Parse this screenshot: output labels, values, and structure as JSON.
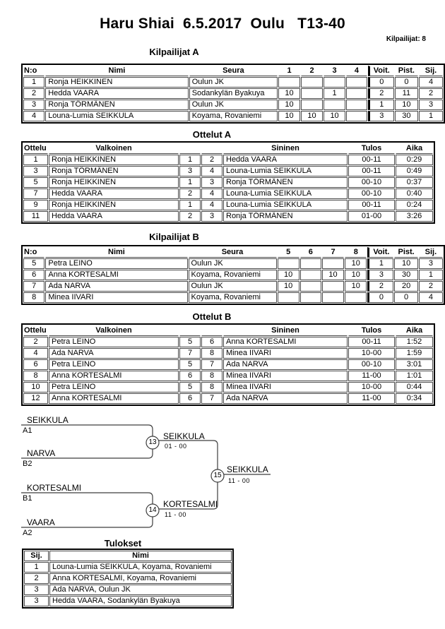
{
  "header": {
    "title": "Haru Shiai  6.5.2017  Oulu   T13-40",
    "competitor_count_label": "Kilpailijat: 8"
  },
  "pool_a": {
    "heading": "Kilpailijat A",
    "head": [
      "N:o",
      "Nimi",
      "Seura",
      "1",
      "2",
      "3",
      "4",
      "Voit.",
      "Pist.",
      "Sij."
    ],
    "rows": [
      [
        "1",
        "Ronja HEIKKINEN",
        "Oulun JK",
        "",
        "",
        "",
        "",
        "0",
        "0",
        "4"
      ],
      [
        "2",
        "Hedda VAARA",
        "Sodankylän Byakuya",
        "10",
        "",
        "1",
        "",
        "2",
        "11",
        "2"
      ],
      [
        "3",
        "Ronja TÖRMÄNEN",
        "Oulun JK",
        "10",
        "",
        "",
        "",
        "1",
        "10",
        "3"
      ],
      [
        "4",
        "Louna-Lumia SEIKKULA",
        "Koyama, Rovaniemi",
        "10",
        "10",
        "10",
        "",
        "3",
        "30",
        "1"
      ]
    ]
  },
  "matches_a": {
    "heading": "Ottelut A",
    "head": [
      "Ottelu",
      "Valkoinen",
      "",
      "",
      "Sininen",
      "Tulos",
      "Aika"
    ],
    "rows": [
      [
        "1",
        "Ronja HEIKKINEN",
        "1",
        "2",
        "Hedda VAARA",
        "00-11",
        "0:29"
      ],
      [
        "3",
        "Ronja TÖRMÄNEN",
        "3",
        "4",
        "Louna-Lumia SEIKKULA",
        "00-11",
        "0:49"
      ],
      [
        "5",
        "Ronja HEIKKINEN",
        "1",
        "3",
        "Ronja TÖRMÄNEN",
        "00-10",
        "0:37"
      ],
      [
        "7",
        "Hedda VAARA",
        "2",
        "4",
        "Louna-Lumia SEIKKULA",
        "00-10",
        "0:40"
      ],
      [
        "9",
        "Ronja HEIKKINEN",
        "1",
        "4",
        "Louna-Lumia SEIKKULA",
        "00-11",
        "0:24"
      ],
      [
        "11",
        "Hedda VAARA",
        "2",
        "3",
        "Ronja TÖRMÄNEN",
        "01-00",
        "3:26"
      ]
    ]
  },
  "pool_b": {
    "heading": "Kilpailijat B",
    "head": [
      "N:o",
      "Nimi",
      "Seura",
      "5",
      "6",
      "7",
      "8",
      "Voit.",
      "Pist.",
      "Sij."
    ],
    "rows": [
      [
        "5",
        "Petra LEINO",
        "Oulun JK",
        "",
        "",
        "",
        "10",
        "1",
        "10",
        "3"
      ],
      [
        "6",
        "Anna KORTESALMI",
        "Koyama, Rovaniemi",
        "10",
        "",
        "10",
        "10",
        "3",
        "30",
        "1"
      ],
      [
        "7",
        "Ada NARVA",
        "Oulun JK",
        "10",
        "",
        "",
        "10",
        "2",
        "20",
        "2"
      ],
      [
        "8",
        "Minea IIVARI",
        "Koyama, Rovaniemi",
        "",
        "",
        "",
        "",
        "0",
        "0",
        "4"
      ]
    ]
  },
  "matches_b": {
    "heading": "Ottelut B",
    "head": [
      "Ottelu",
      "Valkoinen",
      "",
      "",
      "Sininen",
      "Tulos",
      "Aika"
    ],
    "rows": [
      [
        "2",
        "Petra LEINO",
        "5",
        "6",
        "Anna KORTESALMI",
        "00-11",
        "1:52"
      ],
      [
        "4",
        "Ada NARVA",
        "7",
        "8",
        "Minea IIVARI",
        "10-00",
        "1:59"
      ],
      [
        "6",
        "Petra LEINO",
        "5",
        "7",
        "Ada NARVA",
        "00-10",
        "3:01"
      ],
      [
        "8",
        "Anna KORTESALMI",
        "6",
        "8",
        "Minea IIVARI",
        "11-00",
        "1:01"
      ],
      [
        "10",
        "Petra LEINO",
        "5",
        "8",
        "Minea IIVARI",
        "10-00",
        "0:44"
      ],
      [
        "12",
        "Anna KORTESALMI",
        "6",
        "7",
        "Ada NARVA",
        "11-00",
        "0:34"
      ]
    ]
  },
  "bracket": {
    "semifinal_1": {
      "match_no": "13",
      "slot1": {
        "name": "SEIKKULA",
        "seed": "A1"
      },
      "slot2": {
        "name": "NARVA",
        "seed": "B2"
      },
      "winner": "SEIKKULA",
      "score": "01 - 00"
    },
    "semifinal_2": {
      "match_no": "14",
      "slot1": {
        "name": "KORTESALMI",
        "seed": "B1"
      },
      "slot2": {
        "name": "VAARA",
        "seed": "A2"
      },
      "winner": "KORTESALMI",
      "score": "11 - 00"
    },
    "final": {
      "match_no": "15",
      "winner": "SEIKKULA",
      "score": "11 - 00"
    }
  },
  "results": {
    "heading": "Tulokset",
    "head": [
      "Sij.",
      "Nimi"
    ],
    "rows": [
      [
        "1",
        "Louna-Lumia SEIKKULA, Koyama, Rovaniemi"
      ],
      [
        "2",
        "Anna KORTESALMI, Koyama, Rovaniemi"
      ],
      [
        "3",
        "Ada NARVA, Oulun JK"
      ],
      [
        "3",
        "Hedda VAARA, Sodankylän Byakuya"
      ]
    ]
  }
}
